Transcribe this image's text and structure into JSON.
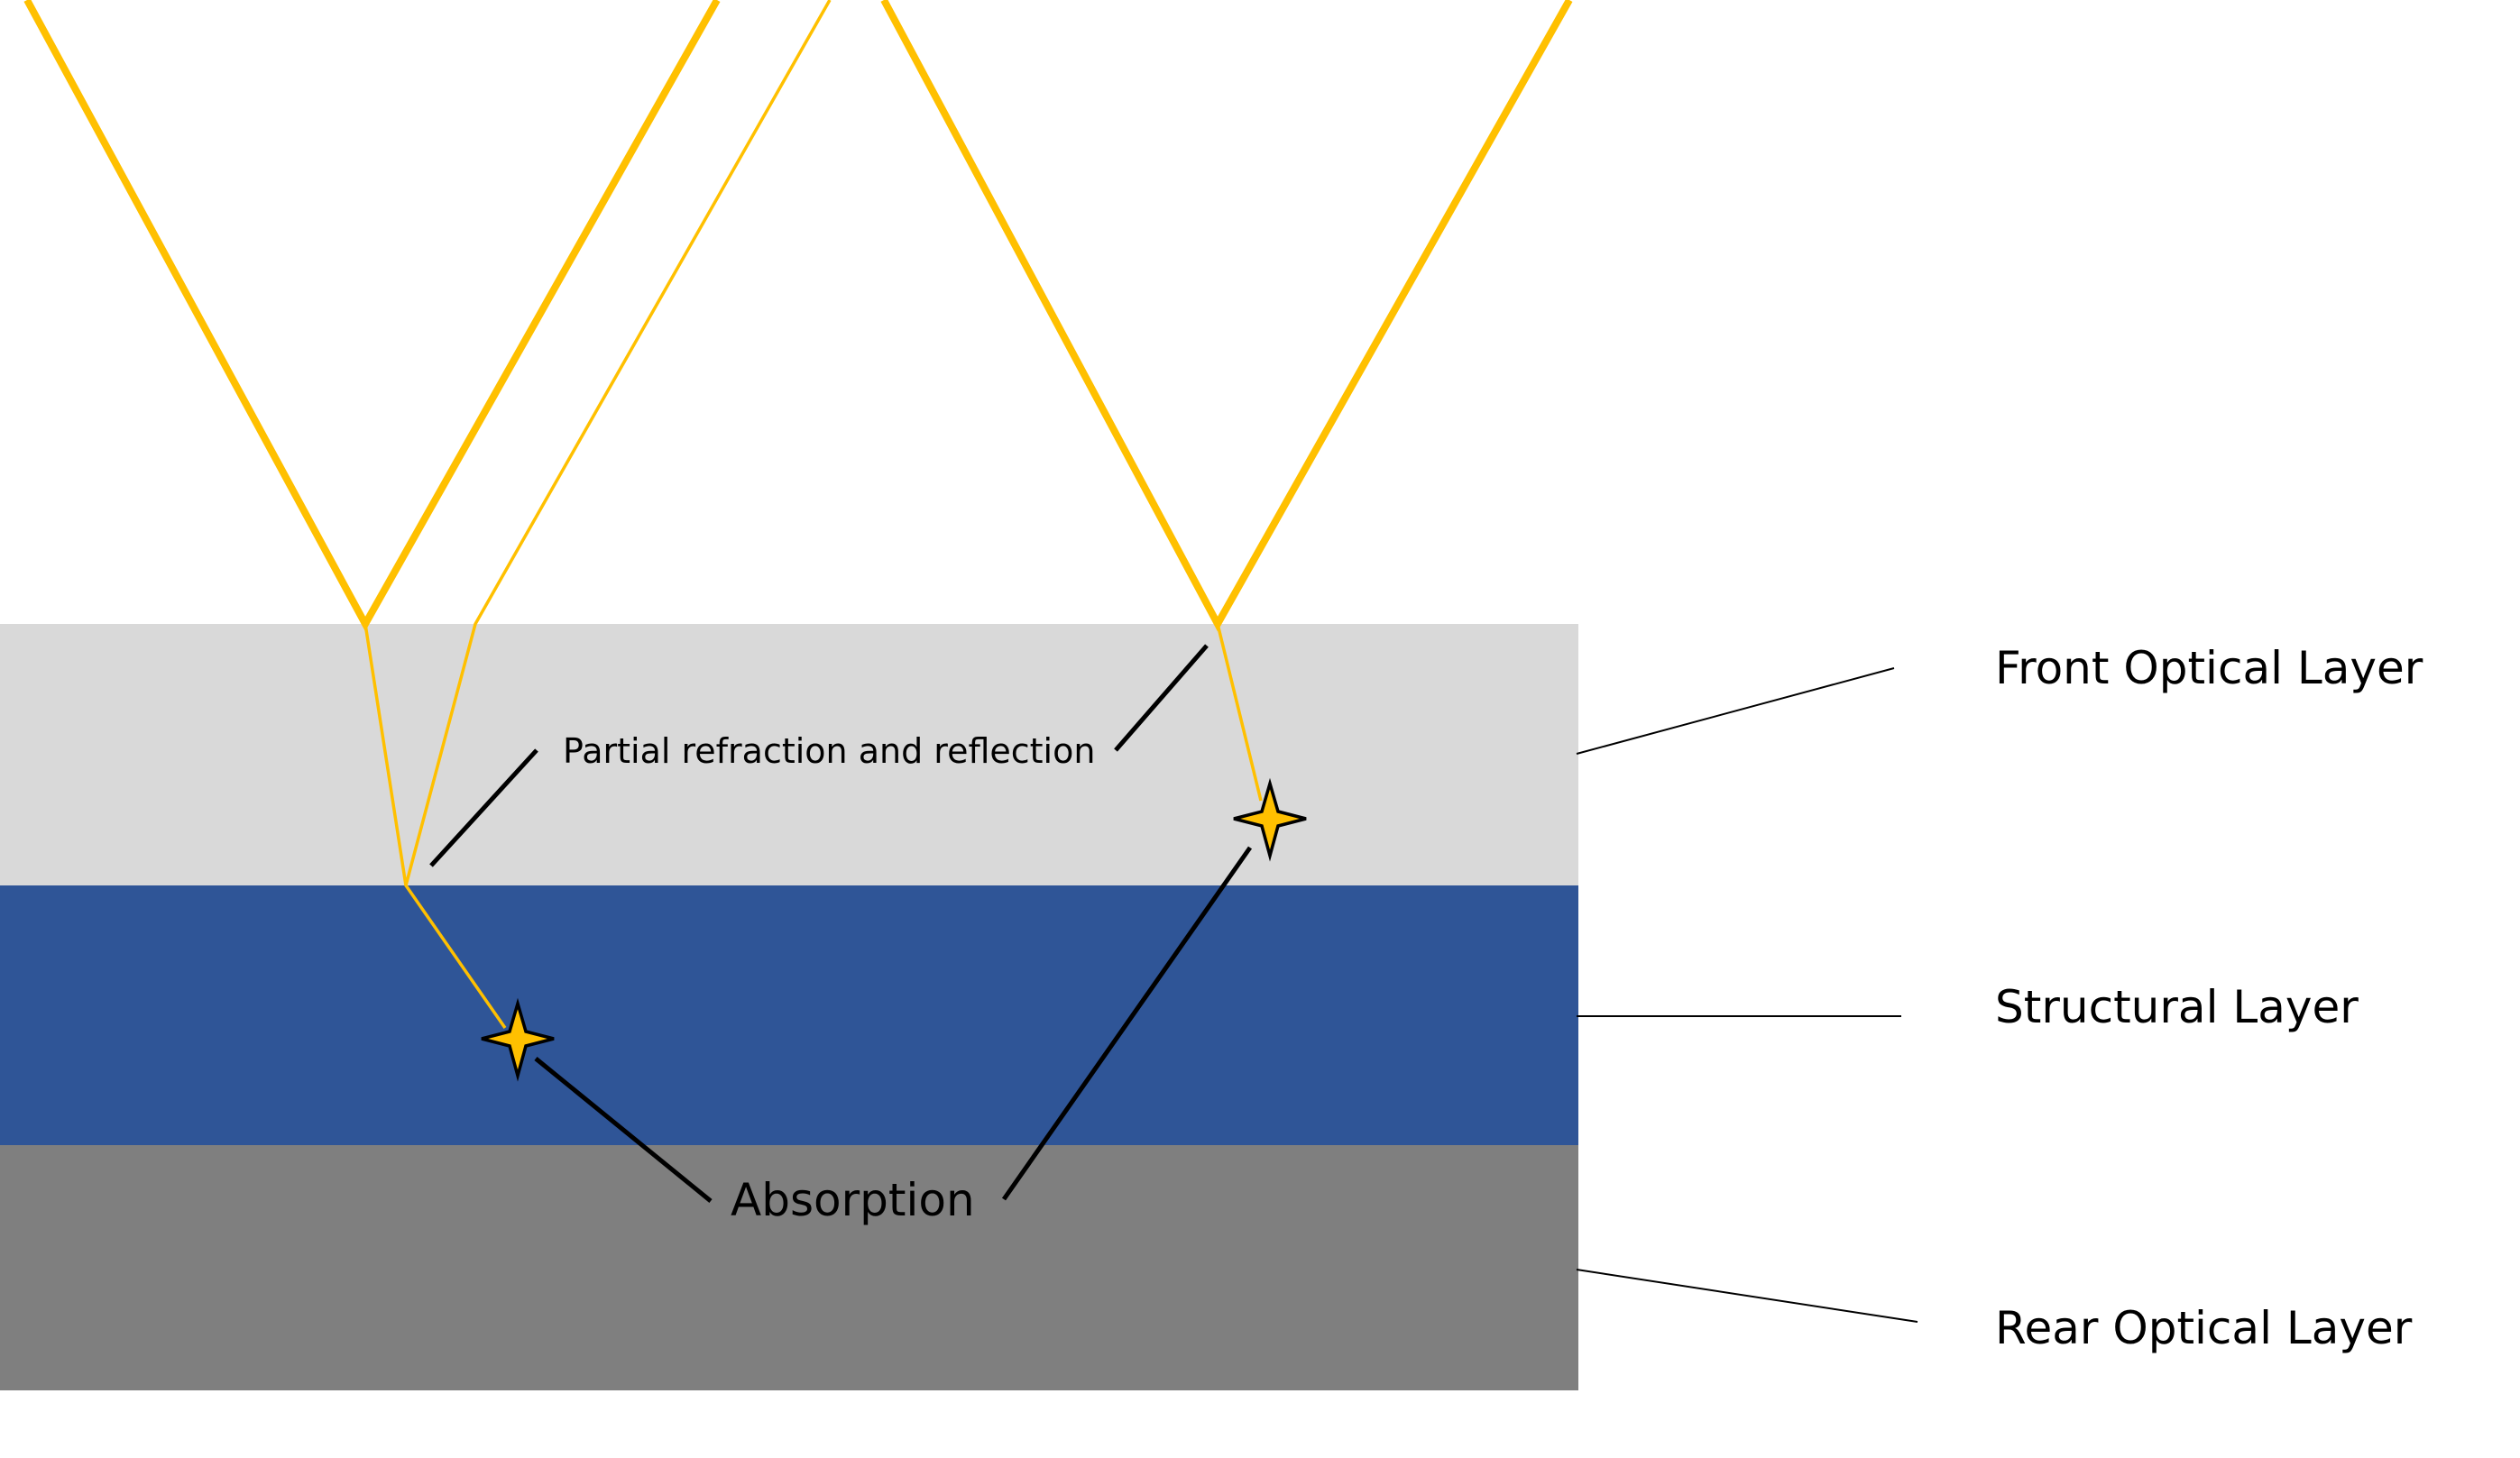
{
  "colors": {
    "background": "#ffffff",
    "front_layer": "#d9d9d9",
    "structural_layer": "#2f5597",
    "rear_layer": "#7f7f7f",
    "light_ray": "#ffc000",
    "leader_line": "#000000",
    "absorption_marker_fill": "#ffc000",
    "absorption_marker_stroke": "#000000"
  },
  "layers": {
    "front": "Front Optical Layer",
    "structural": "Structural Layer",
    "rear": "Rear Optical Layer"
  },
  "annotations": {
    "partial": "Partial refraction and reflection",
    "absorption": "Absorption"
  },
  "icons": {
    "absorption_marker": "four-point-star-icon"
  }
}
